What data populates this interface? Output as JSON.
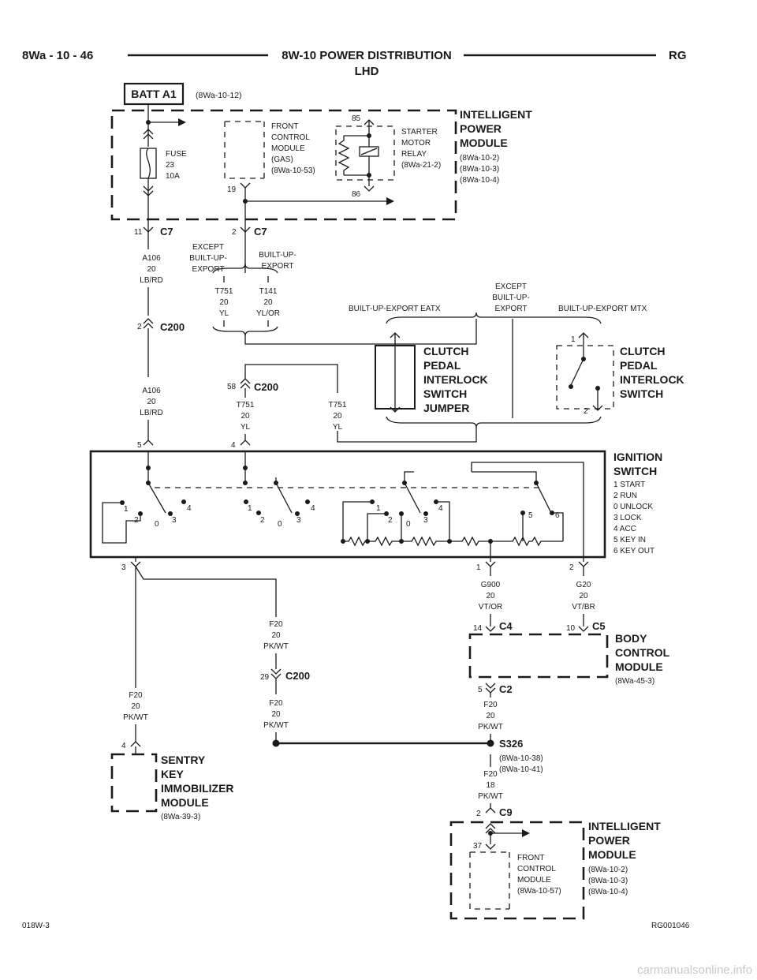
{
  "header": {
    "left": "8Wa - 10 - 46",
    "title": "8W-10 POWER DISTRIBUTION",
    "subtitle": "LHD",
    "right": "RG"
  },
  "batt": {
    "label": "BATT A1",
    "ref": "(8Wa-10-12)"
  },
  "ipm_top": {
    "name": [
      "INTELLIGENT",
      "POWER",
      "MODULE"
    ],
    "refs": [
      "(8Wa-10-2)",
      "(8Wa-10-3)",
      "(8Wa-10-4)"
    ],
    "fuse": [
      "FUSE",
      "23",
      "10A"
    ],
    "fcm": [
      "FRONT",
      "CONTROL",
      "MODULE",
      "(GAS)",
      "(8Wa-10-53)"
    ],
    "fcm_pin": "19",
    "relay": [
      "STARTER",
      "MOTOR",
      "RELAY",
      "(8Wa-21-2)"
    ],
    "relay_pin_top": "85",
    "relay_pin_bottom": "86"
  },
  "c7": {
    "label": "C7",
    "pin_left": "11",
    "pin_right": "2"
  },
  "wire_a106": [
    "A106",
    "20",
    "LB/RD"
  ],
  "except_builtup_1": [
    "EXCEPT",
    "BUILT-UP-",
    "EXPORT"
  ],
  "builtup_export": [
    "BUILT-UP-",
    "EXPORT"
  ],
  "wire_t751_a": [
    "T751",
    "20",
    "YL"
  ],
  "wire_t141": [
    "T141",
    "20",
    "YL/OR"
  ],
  "except_builtup_2": [
    "EXCEPT",
    "BUILT-UP-",
    "EXPORT"
  ],
  "eatx_label": "BUILT-UP-EXPORT EATX",
  "mtx_label": "BUILT-UP-EXPORT MTX",
  "c200_a": {
    "label": "C200",
    "pin": "2"
  },
  "c200_b": {
    "label": "C200",
    "pin": "58"
  },
  "wire_a106_b": [
    "A106",
    "20",
    "LB/RD"
  ],
  "wire_t751_b": [
    "T751",
    "20",
    "YL"
  ],
  "wire_t751_c": [
    "T751",
    "20",
    "YL"
  ],
  "jumper": [
    "CLUTCH",
    "PEDAL",
    "INTERLOCK",
    "SWITCH",
    "JUMPER"
  ],
  "cpis": {
    "name": [
      "CLUTCH",
      "PEDAL",
      "INTERLOCK",
      "SWITCH"
    ],
    "pin_top": "1",
    "pin_bottom": "2"
  },
  "ign": {
    "name": [
      "IGNITION",
      "SWITCH"
    ],
    "legend": [
      "1 START",
      "2 RUN",
      "0 UNLOCK",
      "3 LOCK",
      "4 ACC",
      "5 KEY IN",
      "6 KEY OUT"
    ],
    "pin_in1": "5",
    "pin_in2": "4",
    "pin_out3": "3",
    "pin_out1": "1",
    "pin_out2": "2",
    "pos": [
      "1",
      "2",
      "0",
      "3",
      "4"
    ],
    "pos56": [
      "5",
      "6"
    ]
  },
  "wire_g900": [
    "G900",
    "20",
    "VT/OR"
  ],
  "wire_g20": [
    "G20",
    "20",
    "VT/BR"
  ],
  "bcm": {
    "name": [
      "BODY",
      "CONTROL",
      "MODULE"
    ],
    "ref": "(8Wa-45-3)",
    "c4": "C4",
    "c4_pin": "14",
    "c5": "C5",
    "c5_pin": "10",
    "c2": "C2",
    "c2_pin": "5"
  },
  "wire_f20_a": [
    "F20",
    "20",
    "PK/WT"
  ],
  "c200_c": {
    "label": "C200",
    "pin": "29"
  },
  "wire_f20_b": [
    "F20",
    "20",
    "PK/WT"
  ],
  "wire_f20_c": [
    "F20",
    "20",
    "PK/WT"
  ],
  "wire_f20_d": [
    "F20",
    "20",
    "PK/WT"
  ],
  "s326": {
    "label": "S326",
    "refs": [
      "(8Wa-10-38)",
      "(8Wa-10-41)"
    ]
  },
  "wire_f20_e": [
    "F20",
    "18",
    "PK/WT"
  ],
  "skim": {
    "name": [
      "SENTRY",
      "KEY",
      "IMMOBILIZER",
      "MODULE"
    ],
    "ref": "(8Wa-39-3)",
    "pin": "4"
  },
  "c9": {
    "label": "C9",
    "pin": "2"
  },
  "ipm_bottom": {
    "name": [
      "INTELLIGENT",
      "POWER",
      "MODULE"
    ],
    "refs": [
      "(8Wa-10-2)",
      "(8Wa-10-3)",
      "(8Wa-10-4)"
    ],
    "fcm": [
      "FRONT",
      "CONTROL",
      "MODULE",
      "(8Wa-10-57)"
    ],
    "fcm_pin": "37"
  },
  "footer": {
    "left": "018W-3",
    "right": "RG001046"
  },
  "watermark": "carmanualsonline.info"
}
